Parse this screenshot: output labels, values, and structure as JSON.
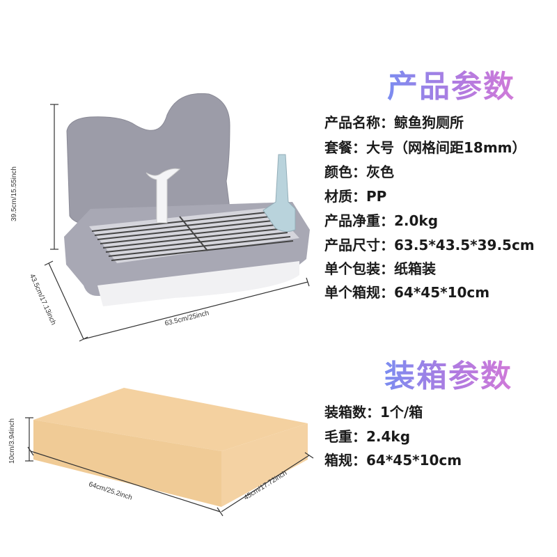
{
  "product_section": {
    "heading": "产品参数",
    "specs": [
      "产品名称：鲸鱼狗厕所",
      "套餐：大号（网格间距18mm）",
      "颜色：灰色",
      "材质：PP",
      "产品净重：2.0kg",
      "产品尺寸：63.5*43.5*39.5cm",
      "单个包装：纸箱装",
      "单个箱规：64*45*10cm"
    ],
    "dims": {
      "height": "39.5cm/15.55inch",
      "depth": "43.5cm/17.13inch",
      "width": "63.5cm/25inch"
    }
  },
  "box_section": {
    "heading": "装箱参数",
    "specs": [
      "装箱数：1个/箱",
      "毛重：2.4kg",
      "箱规：64*45*10cm"
    ],
    "dims": {
      "height": "10cm/3.94inch",
      "width": "64cm/25.2inch",
      "depth": "45cm/17.72inch"
    }
  },
  "colors": {
    "heading_gradient_start": "#7b8cf0",
    "heading_gradient_end": "#d07ad8",
    "box_front": "#f0cb96",
    "box_top": "#f4d1a0",
    "tray_gray": "#9a9aa6"
  }
}
